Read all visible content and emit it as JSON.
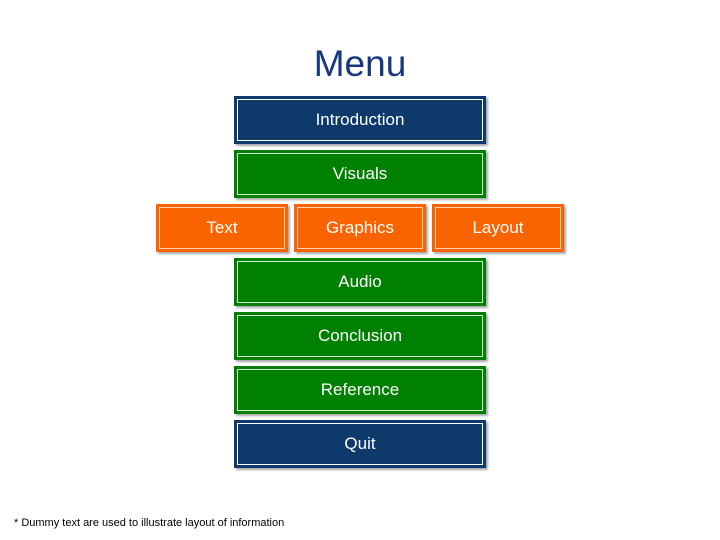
{
  "slide": {
    "title": "Menu",
    "title_color": "#17377e",
    "background": "#ffffff"
  },
  "palette": {
    "navy": "#0d3a6b",
    "green": "#008000",
    "orange": "#fa6400",
    "label": "#ffffff",
    "footer": "#000000"
  },
  "menu": {
    "items": [
      {
        "label": "Introduction",
        "color": "navy",
        "level": "main"
      },
      {
        "label": "Visuals",
        "color": "green",
        "level": "main"
      },
      {
        "label": "Audio",
        "color": "green",
        "level": "main"
      },
      {
        "label": "Conclusion",
        "color": "green",
        "level": "main"
      },
      {
        "label": "Reference",
        "color": "green",
        "level": "main"
      },
      {
        "label": "Quit",
        "color": "navy",
        "level": "main"
      }
    ],
    "sub_items": [
      {
        "label": "Text",
        "color": "orange",
        "level": "sub"
      },
      {
        "label": "Graphics",
        "color": "orange",
        "level": "sub"
      },
      {
        "label": "Layout",
        "color": "orange",
        "level": "sub"
      }
    ]
  },
  "footer": {
    "note": "* Dummy text are used to illustrate layout of information"
  }
}
